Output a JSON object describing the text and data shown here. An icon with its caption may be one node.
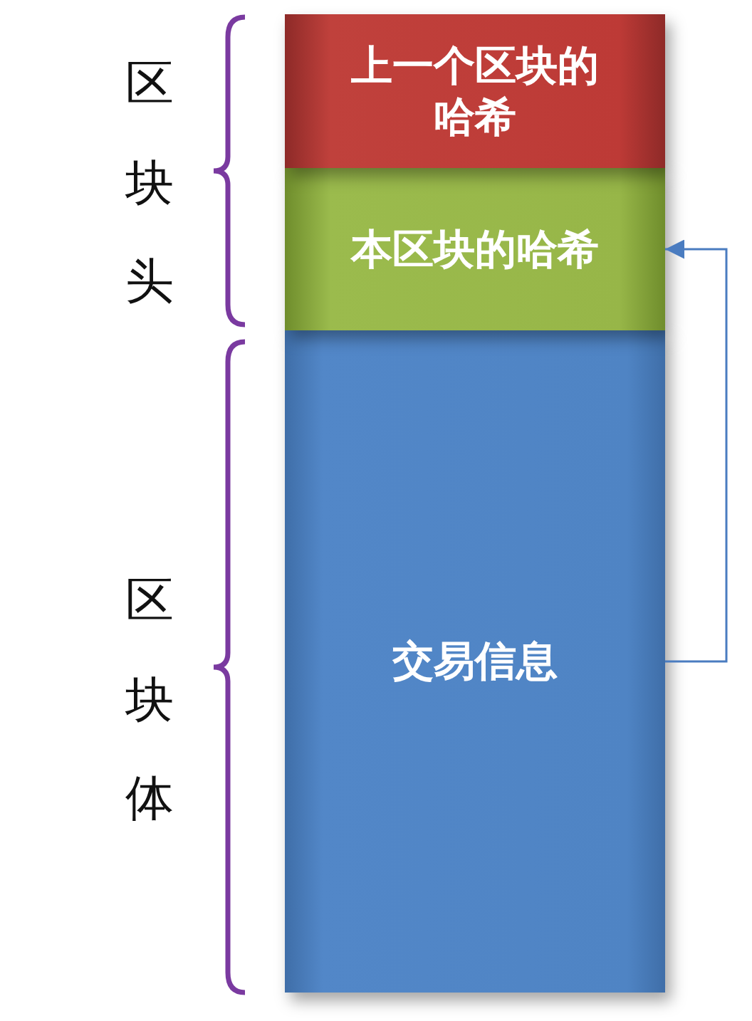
{
  "diagram": {
    "nodes": [
      {
        "text": [
          "上一个区块的哈希"
        ]
      },
      {
        "text": [
          "本区块的哈希"
        ]
      },
      {
        "text": [
          "交易信息"
        ]
      }
    ],
    "edges": [
      {
        "from": 2,
        "to": 1,
        "arrow": "to"
      }
    ],
    "labels": [
      "区块头",
      "区块体"
    ]
  }
}
